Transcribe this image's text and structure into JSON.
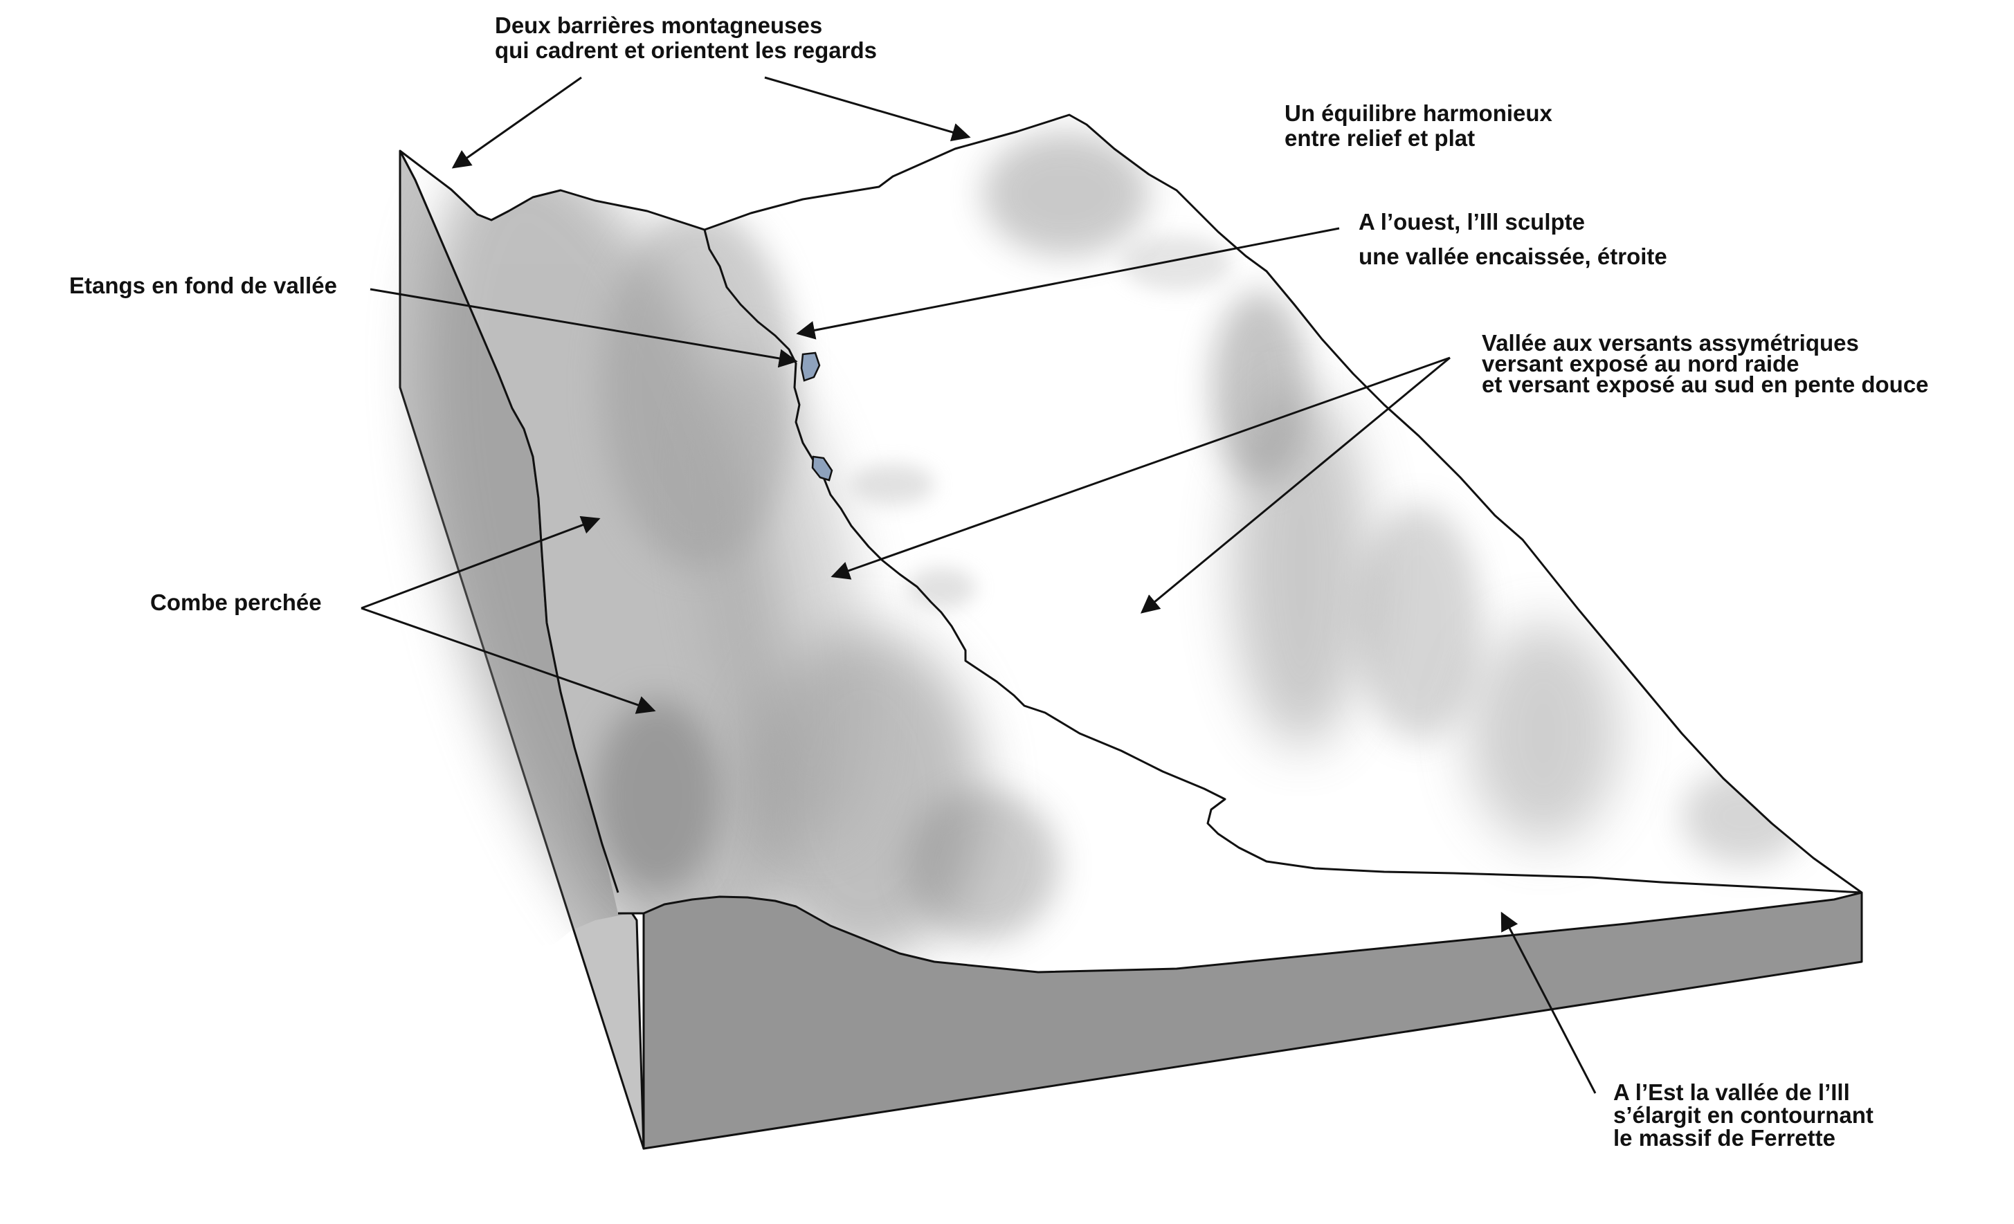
{
  "labels": {
    "barrieres": {
      "line1": "Deux barrières montagneuses",
      "line2": "qui cadrent et orientent les regards"
    },
    "equilibre": {
      "line1": "Un équilibre harmonieux",
      "line2": "entre relief et plat"
    },
    "ouest": {
      "line1": "A l’ouest, l’Ill sculpte",
      "line2": "une vallée encaissée, étroite"
    },
    "etangs": {
      "line1": "Etangs en fond de vallée"
    },
    "versants": {
      "line1": "Vallée aux versants assymétriques",
      "line2": "versant exposé au nord raide",
      "line3": "et versant exposé au sud en pente douce"
    },
    "combe": {
      "line1": "Combe perchée"
    },
    "est": {
      "line1": "A l’Est la vallée de l’Ill",
      "line2": "s’élargit en contournant",
      "line3": "le massif de Ferrette"
    }
  },
  "colors": {
    "block_side_left": "#c4c4c4",
    "block_side_front": "#959595",
    "top_surface": "#ffffff",
    "relief_shade": "#8a8a8a",
    "pond": "#8ea2bd",
    "line": "#111111"
  }
}
